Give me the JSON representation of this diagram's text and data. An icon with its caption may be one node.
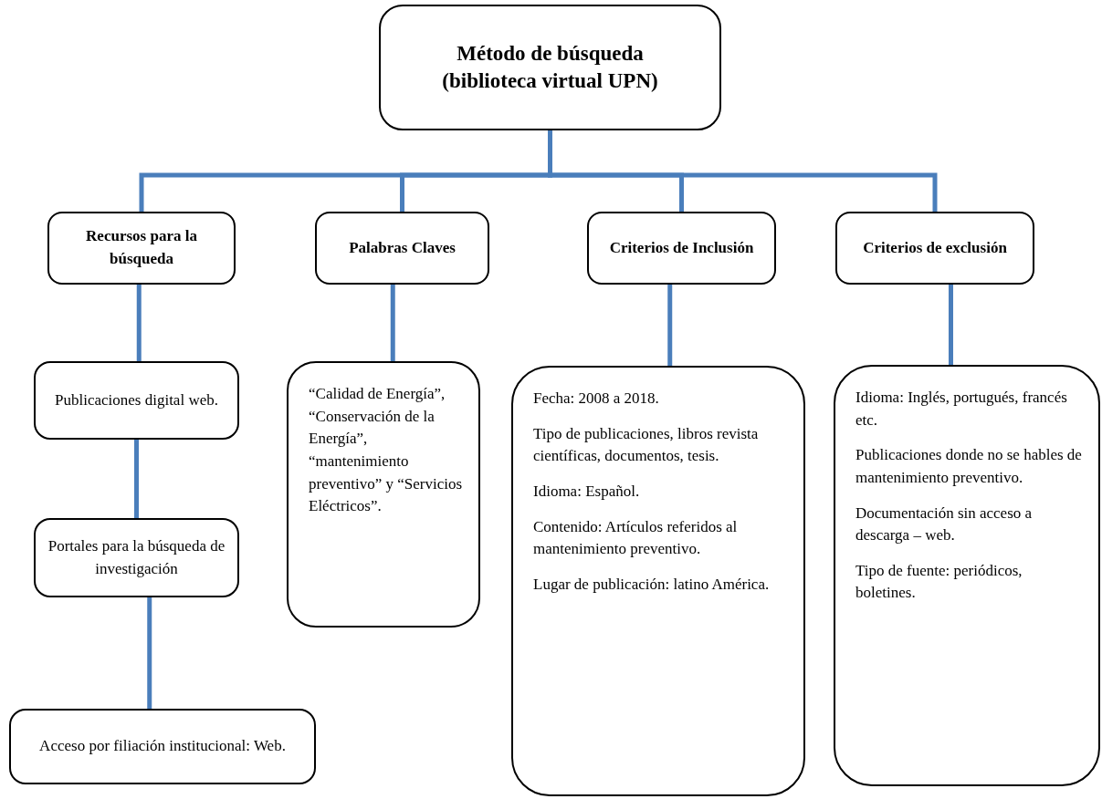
{
  "diagram": {
    "nodes": [
      {
        "text": [
          "Método de búsqueda (biblioteca virtual UPN)"
        ]
      },
      {
        "text": [
          "Recursos para la búsqueda"
        ]
      },
      {
        "text": [
          "Palabras Claves"
        ]
      },
      {
        "text": [
          "Criterios de Inclusión"
        ]
      },
      {
        "text": [
          "Criterios de exclusión"
        ]
      },
      {
        "text": [
          "Publicaciones digital web."
        ]
      },
      {
        "text": [
          "Portales para la búsqueda de investigación"
        ]
      },
      {
        "text": [
          "Acceso por filiación institucional: Web."
        ]
      },
      {
        "text": [
          "“Calidad de Energía”, “Conservación de la Energía”, “mantenimiento preventivo” y “Servicios Eléctricos”."
        ]
      },
      {
        "text": [
          "Fecha: 2008 a 2018.",
          "Tipo de publicaciones, libros revista científicas, documentos, tesis.",
          "Idioma: Español.",
          "Contenido: Artículos referidos al mantenimiento preventivo.",
          "Lugar de publicación: latino América."
        ]
      },
      {
        "text": [
          "Idioma: Inglés, portugués, francés etc.",
          "Publicaciones donde no se hables de mantenimiento preventivo.",
          "Documentación sin acceso a descarga – web.",
          "Tipo de fuente: periódicos, boletines."
        ]
      }
    ],
    "edges": [
      {
        "from": 0,
        "to": 1,
        "arrow": "none"
      },
      {
        "from": 0,
        "to": 2,
        "arrow": "none"
      },
      {
        "from": 0,
        "to": 3,
        "arrow": "none"
      },
      {
        "from": 0,
        "to": 4,
        "arrow": "none"
      },
      {
        "from": 1,
        "to": 5,
        "arrow": "none"
      },
      {
        "from": 5,
        "to": 6,
        "arrow": "none"
      },
      {
        "from": 6,
        "to": 7,
        "arrow": "none"
      },
      {
        "from": 2,
        "to": 8,
        "arrow": "none"
      },
      {
        "from": 3,
        "to": 9,
        "arrow": "none"
      },
      {
        "from": 4,
        "to": 10,
        "arrow": "none"
      }
    ]
  }
}
